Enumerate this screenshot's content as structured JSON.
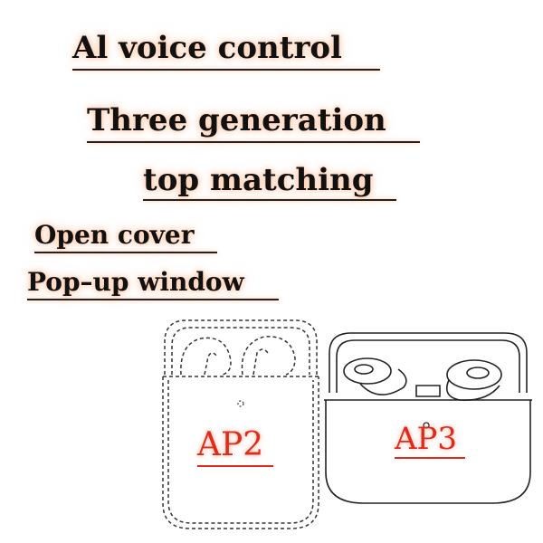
{
  "headlines": [
    "Al voice control",
    "Three generation",
    "top matching",
    "Open cover",
    "Pop–up window"
  ],
  "products": {
    "left_label": "AP2",
    "right_label": "AP3"
  },
  "colors": {
    "label_red": "#e02a1a",
    "text_black": "#111111",
    "glow": "#ffaa78"
  }
}
